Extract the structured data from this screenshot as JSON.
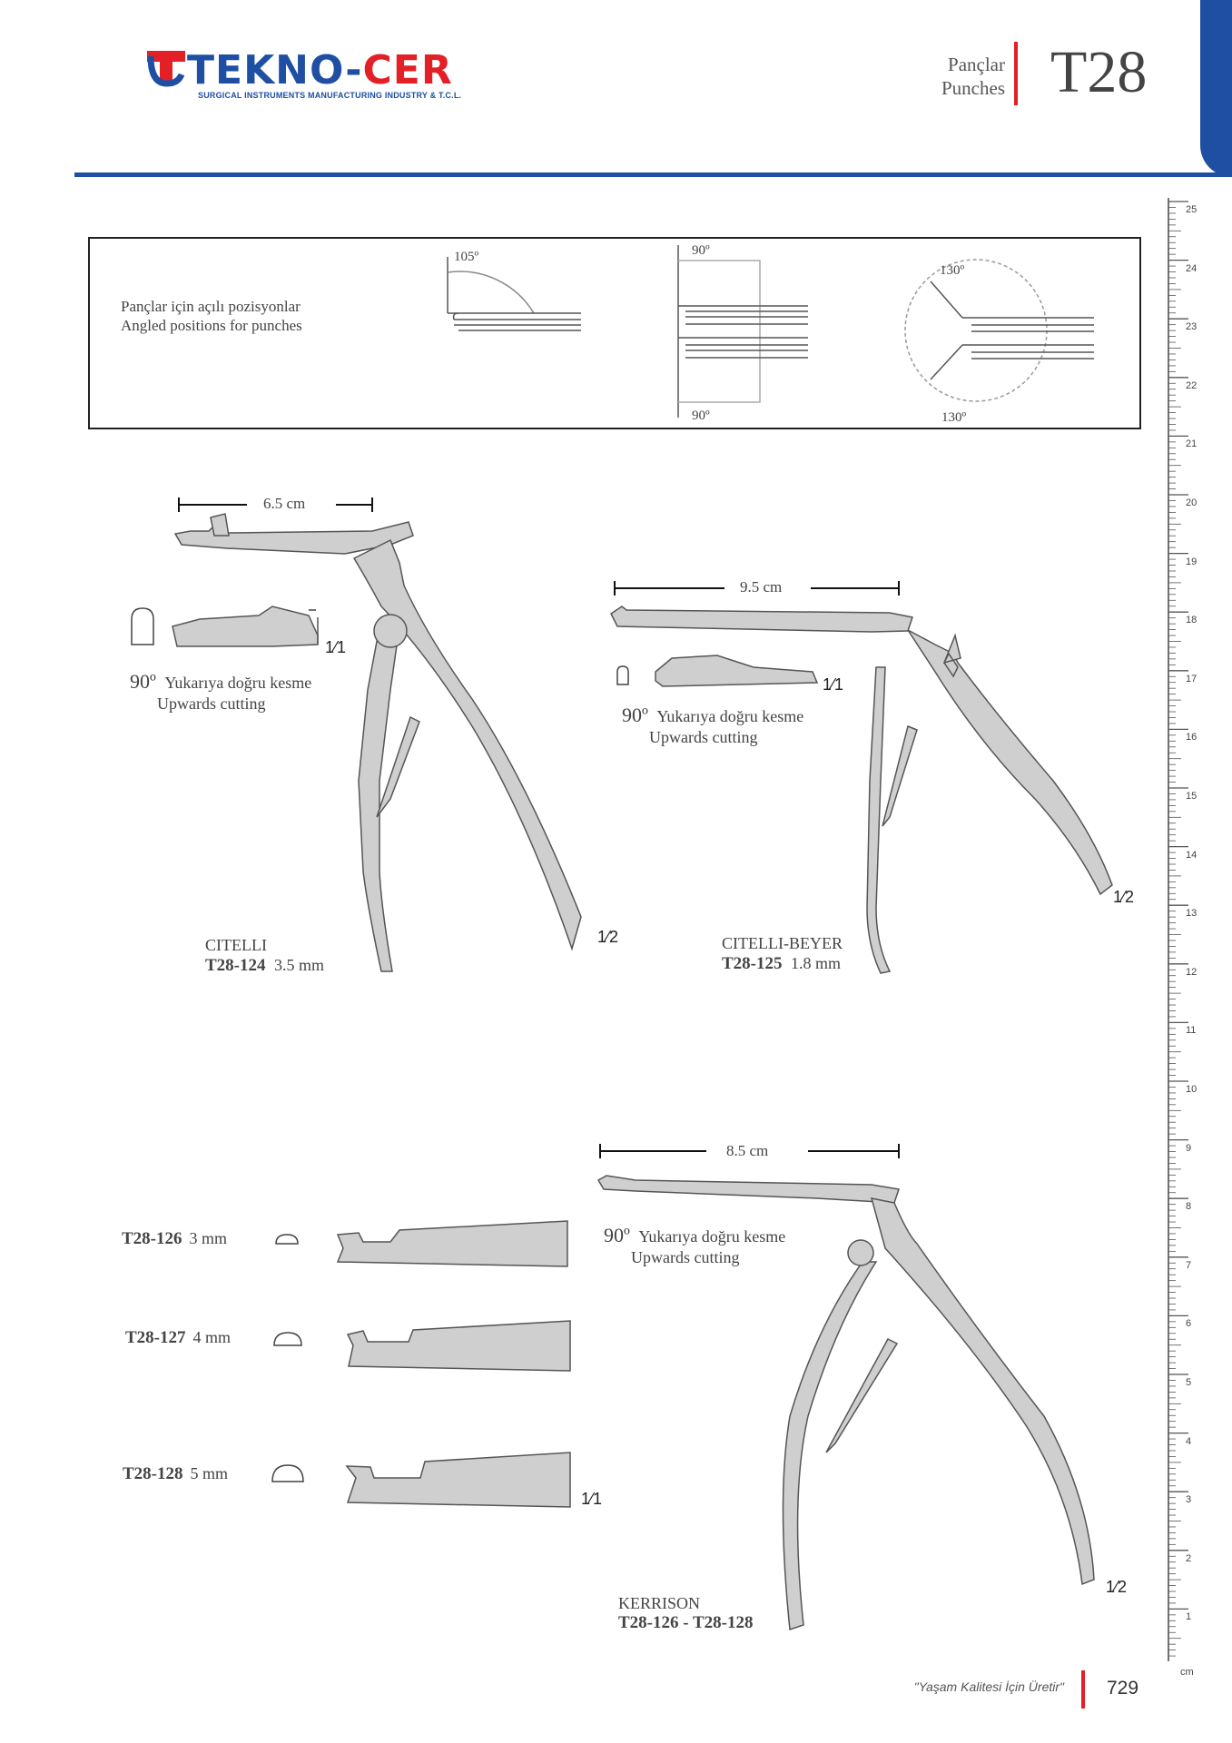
{
  "brand": {
    "name_part1": "TEKNO-",
    "name_part2": "CER",
    "tagline": "SURGICAL INSTRUMENTS MANUFACTURING INDUSTRY & T.C.L."
  },
  "category": {
    "tr": "Pançlar",
    "en": "Punches",
    "code": "T28"
  },
  "angles": {
    "label_tr": "Pançlar için açılı pozisyonlar",
    "label_en": "Angled positions for punches",
    "a1": "105º",
    "a2_top": "90º",
    "a2_bottom": "90º",
    "a3_top": "130º",
    "a3_bottom": "130º"
  },
  "citelli": {
    "dimension": "6.5 cm",
    "scale_detail": "1⁄1",
    "scale_main": "1⁄2",
    "angle": "90º",
    "cut_tr": "Yukarıya doğru kesme",
    "cut_en": "Upwards cutting",
    "name": "CITELLI",
    "code": "T28-124",
    "size": "3.5 mm"
  },
  "citelli_beyer": {
    "dimension": "9.5 cm",
    "scale_detail": "1⁄1",
    "scale_main": "1⁄2",
    "angle": "90º",
    "cut_tr": "Yukarıya doğru kesme",
    "cut_en": "Upwards cutting",
    "name": "CITELLI-BEYER",
    "code": "T28-125",
    "size": "1.8 mm"
  },
  "kerrison": {
    "dimension": "8.5 cm",
    "scale_detail": "1⁄1",
    "scale_main": "1⁄2",
    "angle": "90º",
    "cut_tr": "Yukarıya doğru kesme",
    "cut_en": "Upwards cutting",
    "name": "KERRISON",
    "code_range": "T28-126 - T28-128",
    "variants": [
      {
        "code": "T28-126",
        "size": "3 mm"
      },
      {
        "code": "T28-127",
        "size": "4 mm"
      },
      {
        "code": "T28-128",
        "size": "5 mm"
      }
    ]
  },
  "ruler": {
    "unit": "cm",
    "labels": [
      "25",
      "24",
      "23",
      "22",
      "21",
      "20",
      "19",
      "18",
      "17",
      "16",
      "15",
      "14",
      "13",
      "12",
      "11",
      "10",
      "9",
      "8",
      "7",
      "6",
      "5",
      "4",
      "3",
      "2",
      "1"
    ]
  },
  "footer": {
    "slogan": "\"Yaşam Kalitesi İçin Üretir\"",
    "page": "729"
  }
}
